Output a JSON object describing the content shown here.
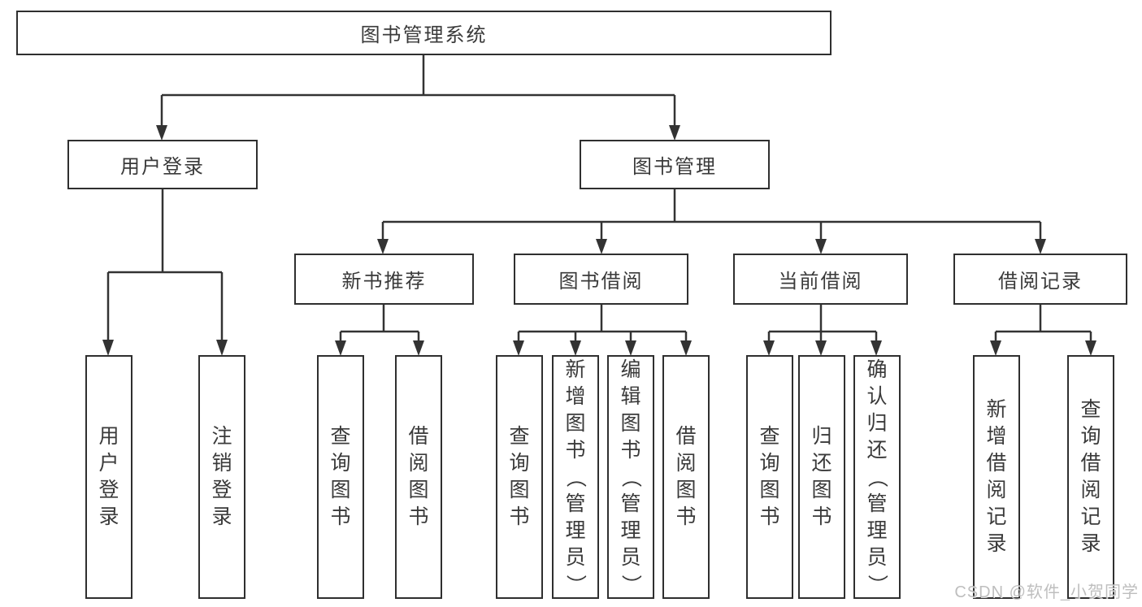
{
  "diagram": {
    "title": "图书管理系统",
    "root": {
      "label": "图书管理系统"
    },
    "level2": [
      {
        "label": "用户登录"
      },
      {
        "label": "图书管理"
      }
    ],
    "level3": [
      {
        "label": "新书推荐",
        "parent": "图书管理"
      },
      {
        "label": "图书借阅",
        "parent": "图书管理"
      },
      {
        "label": "当前借阅",
        "parent": "图书管理"
      },
      {
        "label": "借阅记录",
        "parent": "图书管理"
      }
    ],
    "leaves": [
      {
        "label": "用户登录",
        "parent": "用户登录"
      },
      {
        "label": "注销登录",
        "parent": "用户登录"
      },
      {
        "label": "查询图书",
        "parent": "新书推荐"
      },
      {
        "label": "借阅图书",
        "parent": "新书推荐"
      },
      {
        "label": "查询图书",
        "parent": "图书借阅"
      },
      {
        "label": "新增图书（管理员）",
        "parent": "图书借阅"
      },
      {
        "label": "编辑图书（管理员）",
        "parent": "图书借阅"
      },
      {
        "label": "借阅图书",
        "parent": "图书借阅"
      },
      {
        "label": "查询图书",
        "parent": "当前借阅"
      },
      {
        "label": "归还图书",
        "parent": "当前借阅"
      },
      {
        "label": "确认归还（管理员）",
        "parent": "当前借阅"
      },
      {
        "label": "新增借阅记录",
        "parent": "借阅记录"
      },
      {
        "label": "查询借阅记录",
        "parent": "借阅记录"
      }
    ]
  },
  "watermark": {
    "text": "CSDN @软件_小贺同学"
  },
  "colors": {
    "background": "#ffffff",
    "box_border": "#2f2f2f",
    "box_fill": "#ffffff",
    "text": "#3a3a3a",
    "line": "#333333",
    "watermark": "#b8b8b8"
  }
}
